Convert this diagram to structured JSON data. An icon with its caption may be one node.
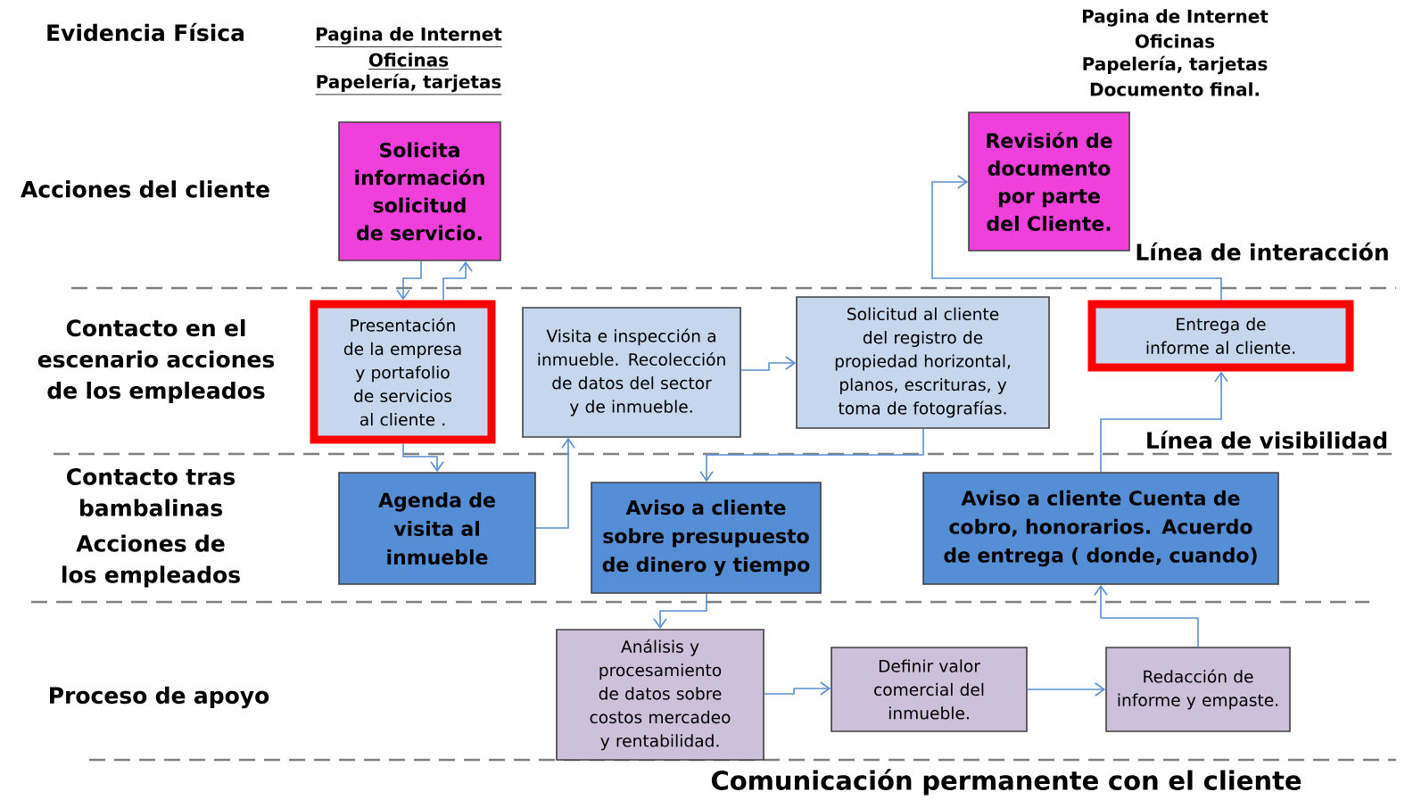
{
  "diagram": {
    "nodes": [
      {
        "text": [
          "Solicita información solicitud de servicio."
        ]
      },
      {
        "text": [
          "Revisión de documento por parte del Cliente."
        ]
      },
      {
        "text": [
          "Presentación de la empresa y portafolio de servicios al cliente ."
        ]
      },
      {
        "text": [
          "Visita e inspección a inmueble. Recolección de datos del sector y de inmueble."
        ]
      },
      {
        "text": [
          "Solicitud al cliente del registro de propiedad horizontal, planos, escrituras, y toma de fotografías."
        ]
      },
      {
        "text": [
          "Entrega de informe al cliente."
        ]
      },
      {
        "text": [
          "Agenda de visita al inmueble"
        ]
      },
      {
        "text": [
          "Aviso a cliente sobre presupuesto de dinero y tiempo"
        ]
      },
      {
        "text": [
          "Aviso a cliente Cuenta de cobro, honorarios. Acuerdo de entrega ( donde, cuando)"
        ]
      },
      {
        "text": [
          "Análisis y procesamiento de datos sobre costos mercadeo y rentabilidad."
        ]
      },
      {
        "text": [
          "Definir valor comercial del inmueble."
        ]
      },
      {
        "text": [
          "Redacción de informe y empaste."
        ]
      }
    ],
    "edges": [
      {
        "from": 0,
        "to": 2,
        "arrow": "to"
      },
      {
        "from": 2,
        "to": 0,
        "arrow": "to"
      },
      {
        "from": 2,
        "to": 6,
        "arrow": "to"
      },
      {
        "from": 6,
        "to": 3,
        "arrow": "to"
      },
      {
        "from": 3,
        "to": 4,
        "arrow": "to"
      },
      {
        "from": 4,
        "to": 7,
        "arrow": "to"
      },
      {
        "from": 7,
        "to": 9,
        "arrow": "to"
      },
      {
        "from": 9,
        "to": 10,
        "arrow": "to"
      },
      {
        "from": 10,
        "to": 11,
        "arrow": "to"
      },
      {
        "from": 11,
        "to": 8,
        "arrow": "to"
      },
      {
        "from": 8,
        "to": 5,
        "arrow": "to"
      },
      {
        "from": 5,
        "to": 1,
        "arrow": "to"
      }
    ],
    "labels": [
      "Evidencia Física",
      "Pagina de Internet",
      "Oficinas",
      "Papelería, tarjetas",
      "Pagina de Internet",
      "Oficinas",
      "Papelería, tarjetas",
      "Documento final.",
      "Acciones del cliente",
      "Línea de interacción",
      "Contacto en el escenario acciones de los empleados",
      "Línea de visibilidad",
      "Contacto tras bambalinas",
      "Acciones de los empleados",
      "Proceso de apoyo",
      "Comunicación permanente con el cliente"
    ]
  }
}
